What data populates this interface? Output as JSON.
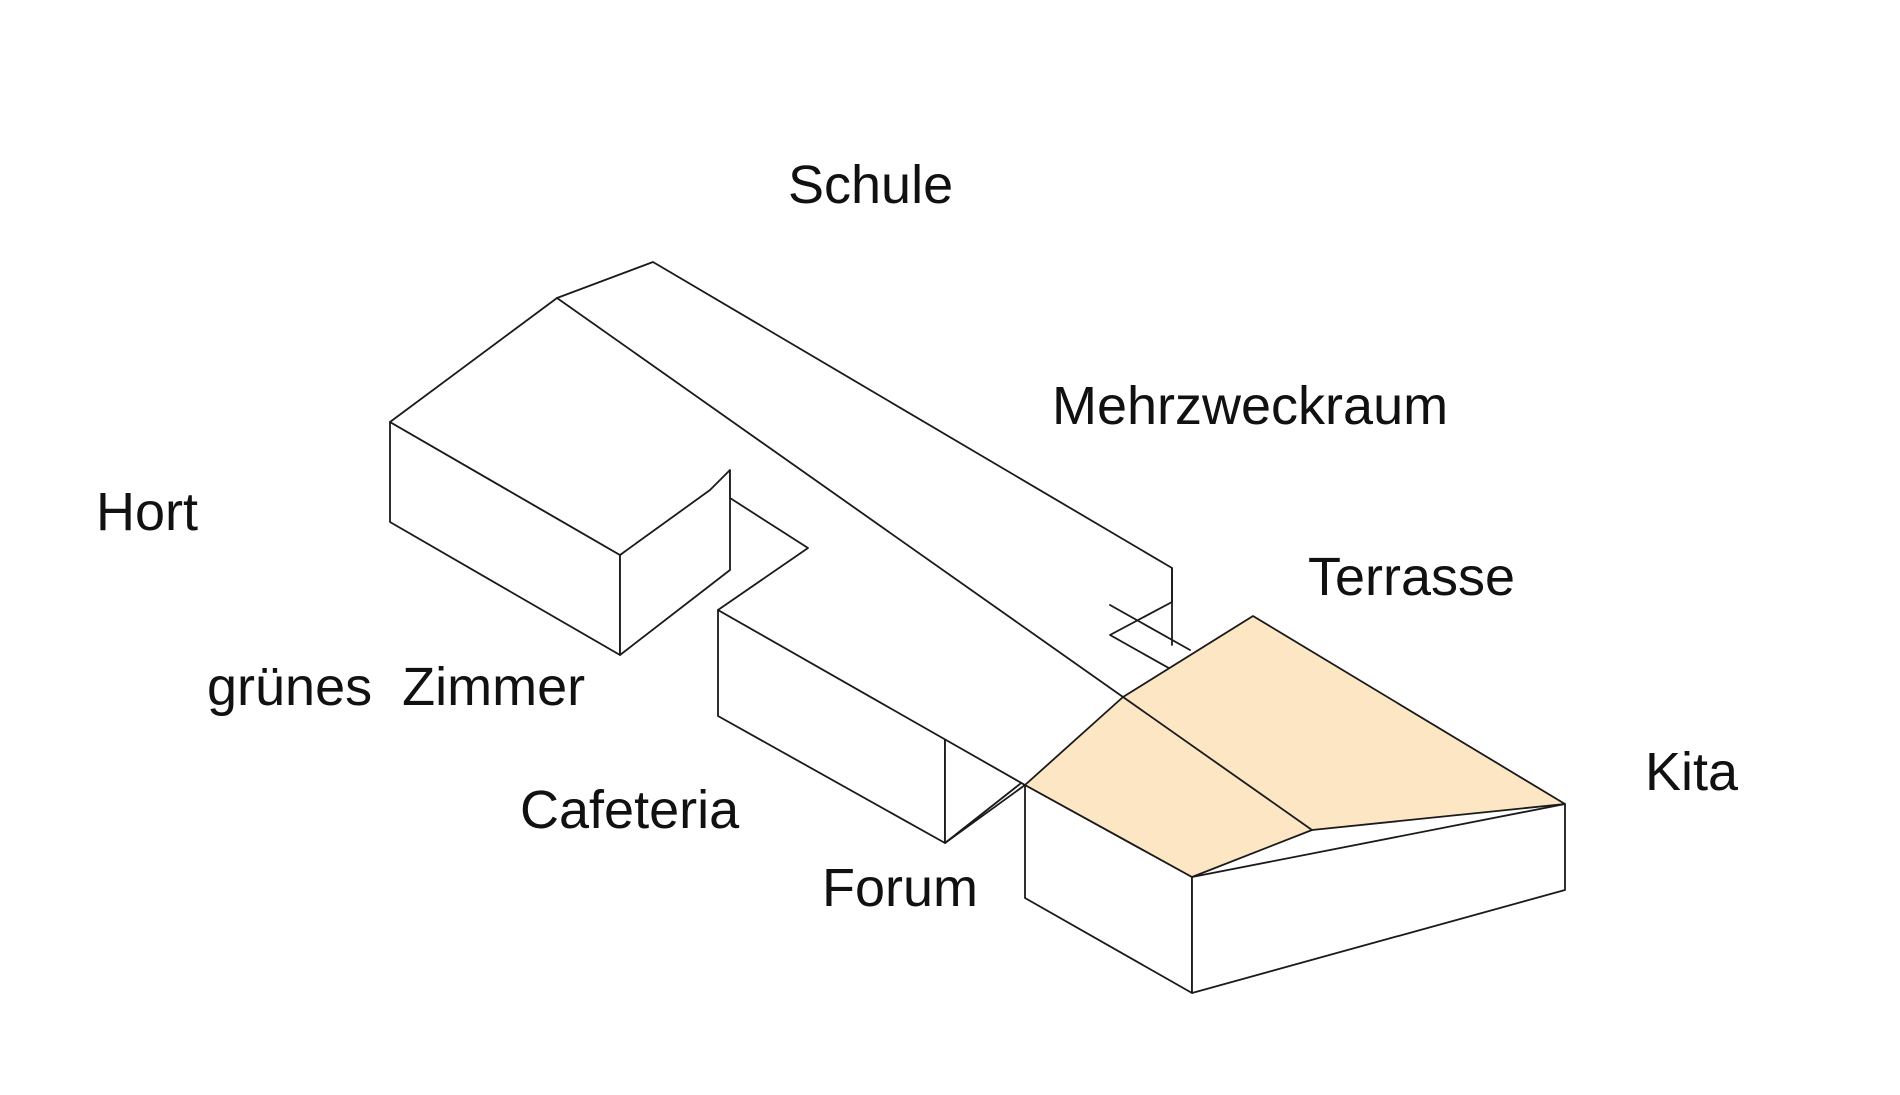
{
  "diagram": {
    "labels": {
      "schule": "Schule",
      "mehrzweckraum": "Mehrzweckraum",
      "hort": "Hort",
      "terrasse": "Terrasse",
      "gruenes_zimmer": "grünes  Zimmer",
      "cafeteria": "Cafeteria",
      "kita": "Kita",
      "forum": "Forum"
    },
    "colors": {
      "outline": "#1a1a1a",
      "kita_roof": "#fde6c4",
      "background": "#ffffff"
    }
  }
}
